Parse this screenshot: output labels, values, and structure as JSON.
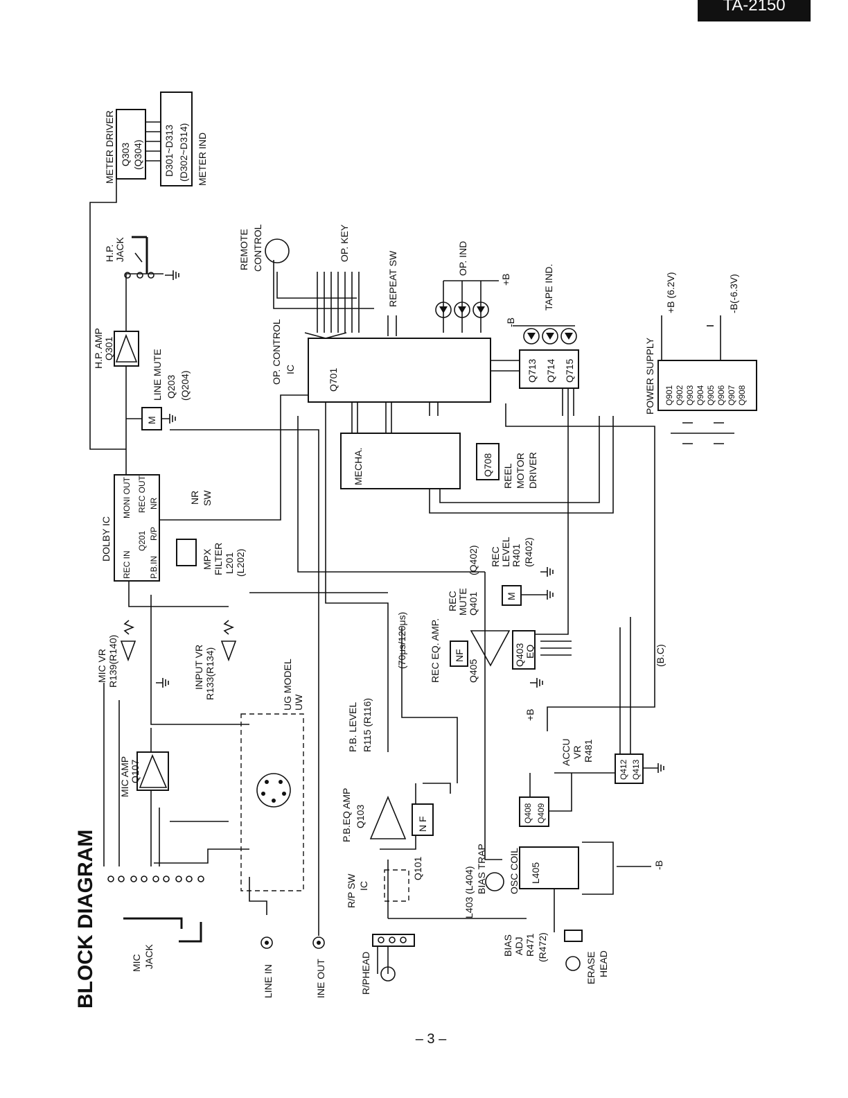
{
  "header": {
    "model": "TA-2150"
  },
  "title": "BLOCK DIAGRAM",
  "page_number": "– 3 –",
  "labels": {
    "meter_driver": "METER DRIVER",
    "q303": "Q303",
    "q304": "(Q304)",
    "d301": "D301~D313",
    "d302": "(D302~D314)",
    "meter_ind": "METER IND",
    "remote_1": "REMOTE",
    "remote_2": "CONTROL",
    "hp_jack_1": "H.P.",
    "hp_jack_2": "JACK",
    "op_key": "OP. KEY",
    "repeat_sw": "REPEAT SW",
    "op_ind": "OP. IND",
    "plus_b": "+B",
    "minus_b": "-B",
    "tape_ind": "TAPE IND.",
    "plus_b_62": "+B (6.2V)",
    "minus_b_63": "-B(-6.3V)",
    "hp_amp_1": "H.P. AMP",
    "hp_amp_2": "Q301",
    "line_mute_1": "LINE MUTE",
    "line_mute_2": "Q203",
    "line_mute_3": "(Q204)",
    "opctl_1": "OP. CONTROL",
    "opctl_2": "IC",
    "q701": "Q701",
    "q713": "Q713",
    "q714": "Q714",
    "q715": "Q715",
    "power_supply": "POWER SUPPLY",
    "q901": "Q901",
    "q902": "Q902",
    "q903": "Q903",
    "q904": "Q904",
    "q905": "Q905",
    "q906": "Q906",
    "q907": "Q907",
    "q908": "Q908",
    "mecha": "MECHA.",
    "q708": "Q708",
    "reel_1": "REEL",
    "reel_2": "MOTOR",
    "reel_3": "DRIVER",
    "dolby_ic": "DOLBY IC",
    "moni_out": "MONI OUT",
    "rec_out": "REC OUT",
    "nr": "NR",
    "rp": "R/P",
    "q201": "Q201",
    "rec_in": "REC IN",
    "pb_in": "P.B.IN",
    "nr_sw_1": "NR",
    "nr_sw_2": "SW",
    "mpx_1": "MPX",
    "mpx_2": "FILTER",
    "mpx_3": "L201",
    "mpx_4": "(L202)",
    "q402": "(Q402)",
    "rec_level_1": "REC",
    "rec_level_2": "LEVEL",
    "rec_level_3": "R401",
    "rec_level_4": "(R402)",
    "rec_mute_1": "REC",
    "rec_mute_2": "MUTE",
    "rec_mute_3": "Q401",
    "rec_eq_amp": "REC EQ. AMP.",
    "nf": "NF",
    "q405": "Q405",
    "q403": "Q403",
    "eq": "EQ",
    "us": "(70μs/120μs)",
    "bc": "(B.C)",
    "mic_vr_1": "MIC VR",
    "mic_vr_2": "R139(R140)",
    "input_vr_1": "INPUT VR",
    "input_vr_2": "R133(R134)",
    "ug_model": "UG MODEL",
    "uw": "UW",
    "mic_amp_1": "MIC AMP",
    "mic_amp_2": "Q107",
    "pb_level_1": "P.B. LEVEL",
    "pb_level_2": "R115 (R116)",
    "pbeq_1": "P.B.EQ AMP",
    "pbeq_2": "Q103",
    "nf2": "N F",
    "rp_sw_1": "R/P SW",
    "rp_sw_2": "IC",
    "q101": "Q101",
    "bias_trap_1": "L403 (L404)",
    "bias_trap_2": "BIAS TRAP",
    "osc_coil": "OSC COIL",
    "l405": "L405",
    "q408": "Q408",
    "q409": "Q409",
    "accu_1": "ACCU",
    "accu_2": "VR",
    "accu_3": "R481",
    "q412": "Q412",
    "q413": "Q413",
    "bias_adj_1": "BIAS",
    "bias_adj_2": "ADJ",
    "bias_adj_3": "R471",
    "bias_adj_4": "(R472)",
    "erase_1": "ERASE",
    "erase_2": "HEAD",
    "mic_jack_1": "MIC",
    "mic_jack_2": "JACK",
    "line_in": "LINE IN",
    "line_out": "INE OUT",
    "rphead": "R/PHEAD",
    "m": "M"
  }
}
